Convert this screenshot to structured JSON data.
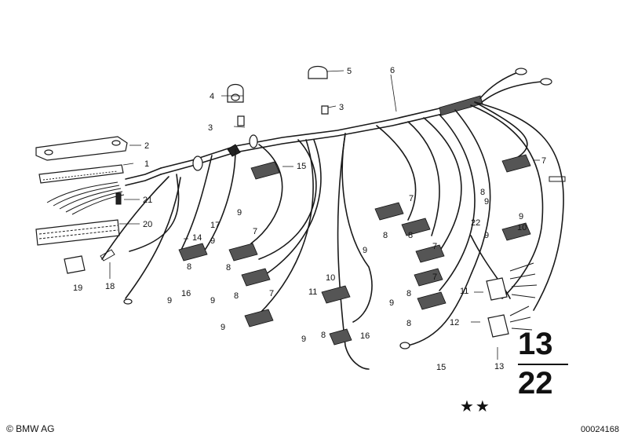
{
  "callouts": [
    {
      "label": "1"
    },
    {
      "label": "2"
    },
    {
      "label": "3"
    },
    {
      "label": "3"
    },
    {
      "label": "4"
    },
    {
      "label": "5"
    },
    {
      "label": "6"
    },
    {
      "label": "7"
    },
    {
      "label": "7"
    },
    {
      "label": "7"
    },
    {
      "label": "7"
    },
    {
      "label": "7"
    },
    {
      "label": "7"
    },
    {
      "label": "8"
    },
    {
      "label": "8"
    },
    {
      "label": "8"
    },
    {
      "label": "8"
    },
    {
      "label": "8"
    },
    {
      "label": "8"
    },
    {
      "label": "8"
    },
    {
      "label": "8"
    },
    {
      "label": "9"
    },
    {
      "label": "9"
    },
    {
      "label": "9"
    },
    {
      "label": "9"
    },
    {
      "label": "9"
    },
    {
      "label": "9"
    },
    {
      "label": "9"
    },
    {
      "label": "9"
    },
    {
      "label": "9"
    },
    {
      "label": "9"
    },
    {
      "label": "10"
    },
    {
      "label": "10"
    },
    {
      "label": "11"
    },
    {
      "label": "11"
    },
    {
      "label": "12"
    },
    {
      "label": "13"
    },
    {
      "label": "14"
    },
    {
      "label": "15"
    },
    {
      "label": "15"
    },
    {
      "label": "16"
    },
    {
      "label": "16"
    },
    {
      "label": "17"
    },
    {
      "label": "18"
    },
    {
      "label": "19"
    },
    {
      "label": "20"
    },
    {
      "label": "21"
    },
    {
      "label": "22"
    },
    {
      "label": "9"
    },
    {
      "label": "8"
    }
  ],
  "group": {
    "top": "13",
    "bottom": "22"
  },
  "stars": "★★",
  "footer": {
    "copyright": "© BMW AG",
    "image_number": "00024168"
  },
  "colors": {
    "ink": "#111111",
    "paper": "#ffffff"
  }
}
